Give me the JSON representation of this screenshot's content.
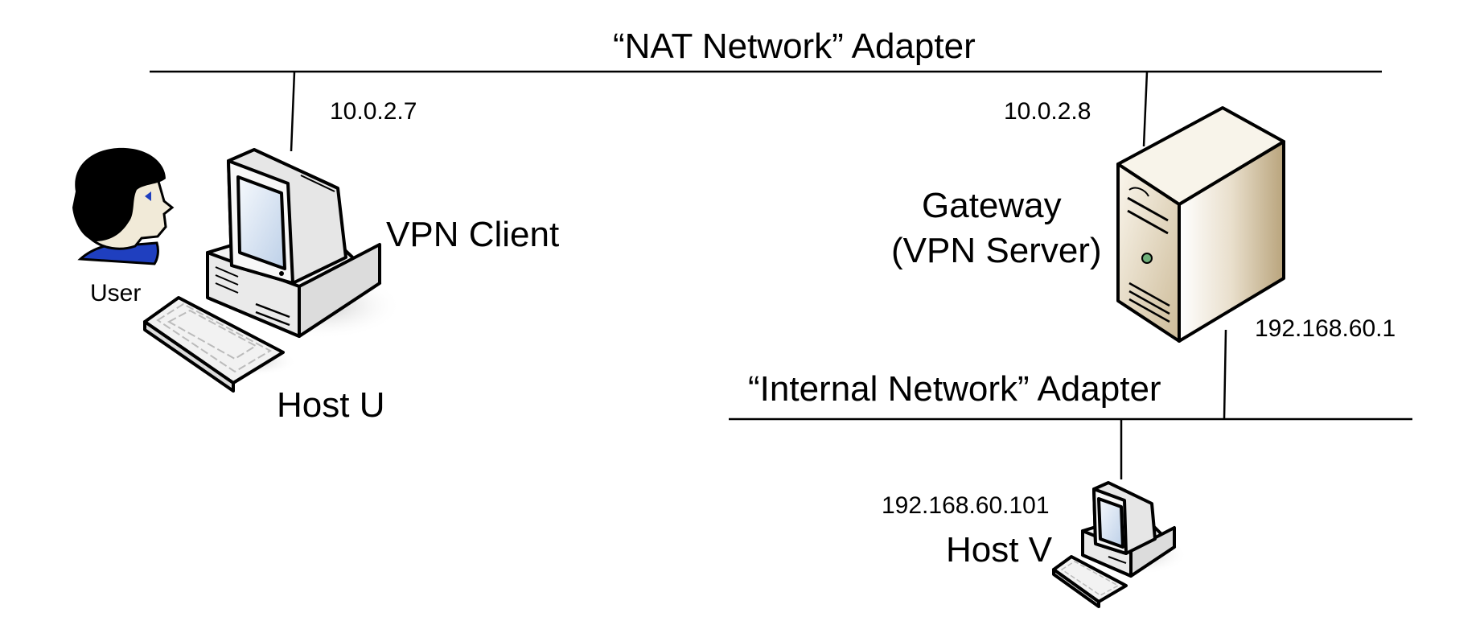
{
  "networks": {
    "nat": {
      "label": "“NAT Network” Adapter"
    },
    "internal": {
      "label": "“Internal Network” Adapter"
    }
  },
  "host_u": {
    "label": "Host U",
    "role": "VPN Client",
    "ip": "10.0.2.7",
    "user_label": "User"
  },
  "gateway": {
    "label_line1": "Gateway",
    "label_line2": "(VPN Server)",
    "ip_nat": "10.0.2.8",
    "ip_internal": "192.168.60.1"
  },
  "host_v": {
    "label": "Host V",
    "ip": "192.168.60.101"
  },
  "colors": {
    "line": "#000000",
    "screen": "#dfe9f5",
    "computer_body": "#f2f2f2",
    "server_body": "#e8dcc6",
    "user_shirt": "#1f3fbf",
    "user_face": "#f1ead8",
    "server_led": "#6fb07a"
  },
  "icons": [
    "user-icon",
    "desktop-computer-icon",
    "server-tower-icon",
    "keyboard-icon"
  ]
}
